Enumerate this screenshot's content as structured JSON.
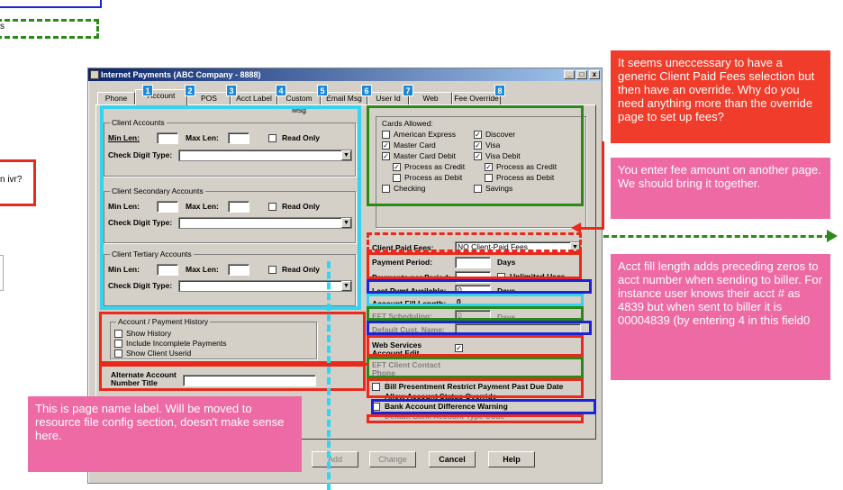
{
  "left_fragments": {
    "top_s": "s",
    "ivr": "n ivr?"
  },
  "window": {
    "title": "Internet Payments (ABC Company - 8888)",
    "min": "_",
    "max": "□",
    "close": "x"
  },
  "tabs": [
    "Phone",
    "Account",
    "POS",
    "Acct Label",
    "Custom Msg",
    "Email Msg",
    "User Id",
    "Web",
    "Fee Override"
  ],
  "tab_numbers": [
    "1",
    "2",
    "3",
    "4",
    "5",
    "6",
    "7",
    "8"
  ],
  "client_accounts": {
    "title": "Client Accounts",
    "min_len": "Min Len:",
    "max_len": "Max Len:",
    "read_only": "Read Only",
    "check_digit": "Check Digit Type:"
  },
  "client_secondary": {
    "title": "Client Secondary Accounts",
    "min_len": "Min Len:",
    "max_len": "Max Len:",
    "read_only": "Read Only",
    "check_digit": "Check Digit Type:"
  },
  "client_tertiary": {
    "title": "Client Tertiary Accounts",
    "min_len": "Min Len:",
    "max_len": "Max Len:",
    "read_only": "Read Only",
    "check_digit": "Check Digit Type:"
  },
  "history": {
    "title": "Account / Payment History",
    "show_history": "Show History",
    "include_incomplete": "Include Incomplete Payments",
    "show_userid": "Show Client Userid"
  },
  "alt_account": {
    "label_1": "Alternate Account",
    "label_2": "Number Title"
  },
  "cards": {
    "title": "Cards Allowed:",
    "amex": "American Express",
    "discover": "Discover",
    "mastercard": "Master Card",
    "visa": "Visa",
    "mc_debit": "Master Card Debit",
    "visa_debit": "Visa Debit",
    "mc_credit": "Process as Credit",
    "visa_credit": "Process as Credit",
    "mc_pdebit": "Process as Debit",
    "visa_pdebit": "Process as Debit",
    "checking": "Checking",
    "savings": "Savings"
  },
  "fees": {
    "client_paid_label": "Client Paid Fees:",
    "client_paid_value": "NO Client-Paid Fees",
    "payment_period": "Payment Period:",
    "days": "Days",
    "payments_per_period": "Payments per Period:",
    "unlimited": "Unlimited Uses",
    "last_pymt": "Last Pymt Available:",
    "last_pymt_value": "0",
    "days2": "Days",
    "fill_length": "Account Fill Length:",
    "fill_value": "0",
    "eft": "EFT Scheduling:",
    "eft_value": "0",
    "days3": "Days",
    "default_name": "Default Cust. Name:",
    "web_services_1": "Web Services",
    "web_services_2": "Account Edit",
    "eft_contact_1": "EFT Client Contact",
    "eft_contact_2": "Phone",
    "bill_presentment": "Bill Presentment Restrict Payment Past Due Date",
    "allow_status": "Allow Account Status Override",
    "bank_diff": "Bank Account Difference Warning",
    "default_bank": "Default Bank Account Type Code"
  },
  "buttons": {
    "add": "Add",
    "change": "Change",
    "cancel": "Cancel",
    "help": "Help"
  },
  "notes": {
    "override": "It seems uneccessary to have a generic Client Paid Fees selection but then have an override. Why do you need anything more than the override page to set up fees?",
    "fee_amount": "You enter fee amount on another page. We should bring it together.",
    "fill_length": "Acct fill length adds preceding zeros to acct number when sending to biller. For instance user knows their acct # as 4839 but when sent to biller it is 00004839 (by entering 4 in this field0",
    "page_name": "This is page name label. Will be moved to resource file config section, doesn't make sense here."
  },
  "colors": {
    "blue_box": "#1a23d6",
    "green_box": "#2a8a17",
    "red_box": "#e8291b",
    "cyan_box": "#35d3ef",
    "red_note": "#f03c2a",
    "pink_note": "#ee6aa4",
    "tab_number": "#1e88d8"
  }
}
